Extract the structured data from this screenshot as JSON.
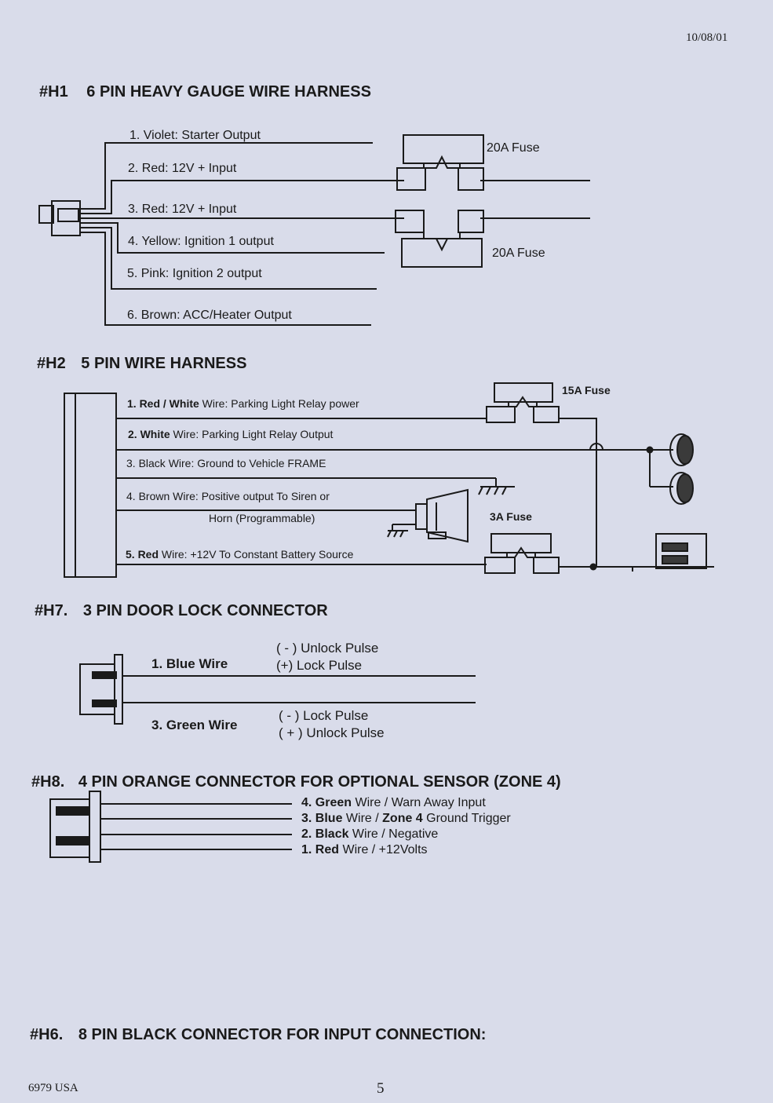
{
  "date": "10/08/01",
  "footer": {
    "code": "6979 USA",
    "page": "5"
  },
  "h1": {
    "id": "#H1",
    "title": "6 PIN HEAVY GAUGE WIRE HARNESS",
    "wires": [
      "1. Violet: Starter Output",
      "2. Red: 12V + Input",
      "3. Red: 12V + Input",
      "4. Yellow: Ignition 1 output",
      "5. Pink: Ignition 2 output",
      "6. Brown: ACC/Heater Output"
    ],
    "fuse_top": "20A Fuse",
    "fuse_bottom": "20A Fuse"
  },
  "h2": {
    "id": "#H2",
    "title": "5 PIN WIRE HARNESS",
    "wires": [
      {
        "bold": "1. Red / White",
        "rest": " Wire: Parking Light Relay power"
      },
      {
        "bold": "2. White",
        "rest": " Wire: Parking Light Relay Output"
      },
      {
        "bold": "",
        "rest": "3. Black Wire: Ground to Vehicle FRAME"
      },
      {
        "bold": "",
        "rest": "4. Brown Wire: Positive output To Siren or"
      },
      {
        "bold": "5. Red",
        "rest": " Wire: +12V To Constant Battery Source"
      }
    ],
    "wire4_cont": "Horn (Programmable)",
    "fuse_15": "15A Fuse",
    "fuse_3": "3A Fuse"
  },
  "h7": {
    "id": "#H7.",
    "title": "3 PIN DOOR LOCK CONNECTOR",
    "wire1": "1. Blue Wire",
    "wire1_notes": [
      "( - ) Unlock Pulse",
      "(+) Lock Pulse"
    ],
    "wire3": "3. Green Wire",
    "wire3_notes": [
      "( - ) Lock Pulse",
      "( + ) Unlock Pulse"
    ]
  },
  "h8": {
    "id": "#H8.",
    "title": "4 PIN ORANGE CONNECTOR FOR OPTIONAL SENSOR (ZONE 4)",
    "wires": [
      {
        "b1": "4. Green",
        "t1": " Wire / Warn Away Input",
        "b2": "",
        "t2": ""
      },
      {
        "b1": "3. Blue",
        "t1": " Wire / ",
        "b2": "Zone 4",
        "t2": " Ground Trigger"
      },
      {
        "b1": "2. Black",
        "t1": " Wire / Negative",
        "b2": "",
        "t2": ""
      },
      {
        "b1": "1. Red",
        "t1": " Wire / +12Volts",
        "b2": "",
        "t2": ""
      }
    ]
  },
  "h6": {
    "id": "#H6.",
    "title": "8 PIN BLACK CONNECTOR FOR INPUT CONNECTION:"
  }
}
